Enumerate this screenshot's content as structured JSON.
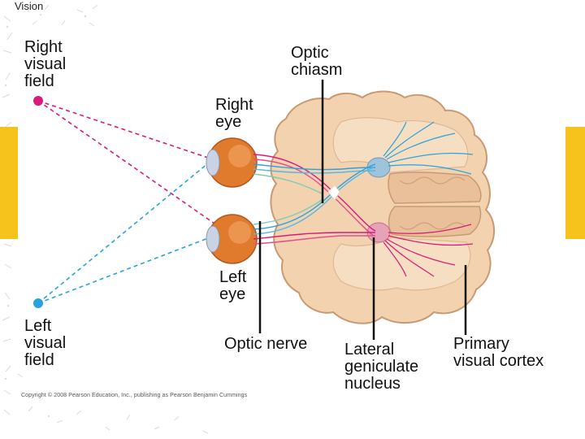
{
  "slide": {
    "section": "Vision",
    "copyright": "Copyright © 2008 Pearson Education, Inc., publishing as Pearson Benjamin Cummings"
  },
  "labels": {
    "right_visual_field": "Right\nvisual\nfield",
    "optic_chiasm": "Optic\nchiasm",
    "right_eye": "Right\neye",
    "left_eye": "Left\neye",
    "left_visual_field": "Left\nvisual\nfield",
    "optic_nerve": "Optic nerve",
    "lateral_geniculate_nucleus": "Lateral\ngeniculate\nnucleus",
    "primary_visual_cortex": "Primary\nvisual cortex"
  },
  "colors": {
    "right_field": "#d81b7a",
    "left_field": "#29a3dd",
    "brain_tissue": "#f3d2b0",
    "brain_outline": "#c99a72",
    "eye": "#e07a2c",
    "accent_tab": "#f6c21c"
  }
}
